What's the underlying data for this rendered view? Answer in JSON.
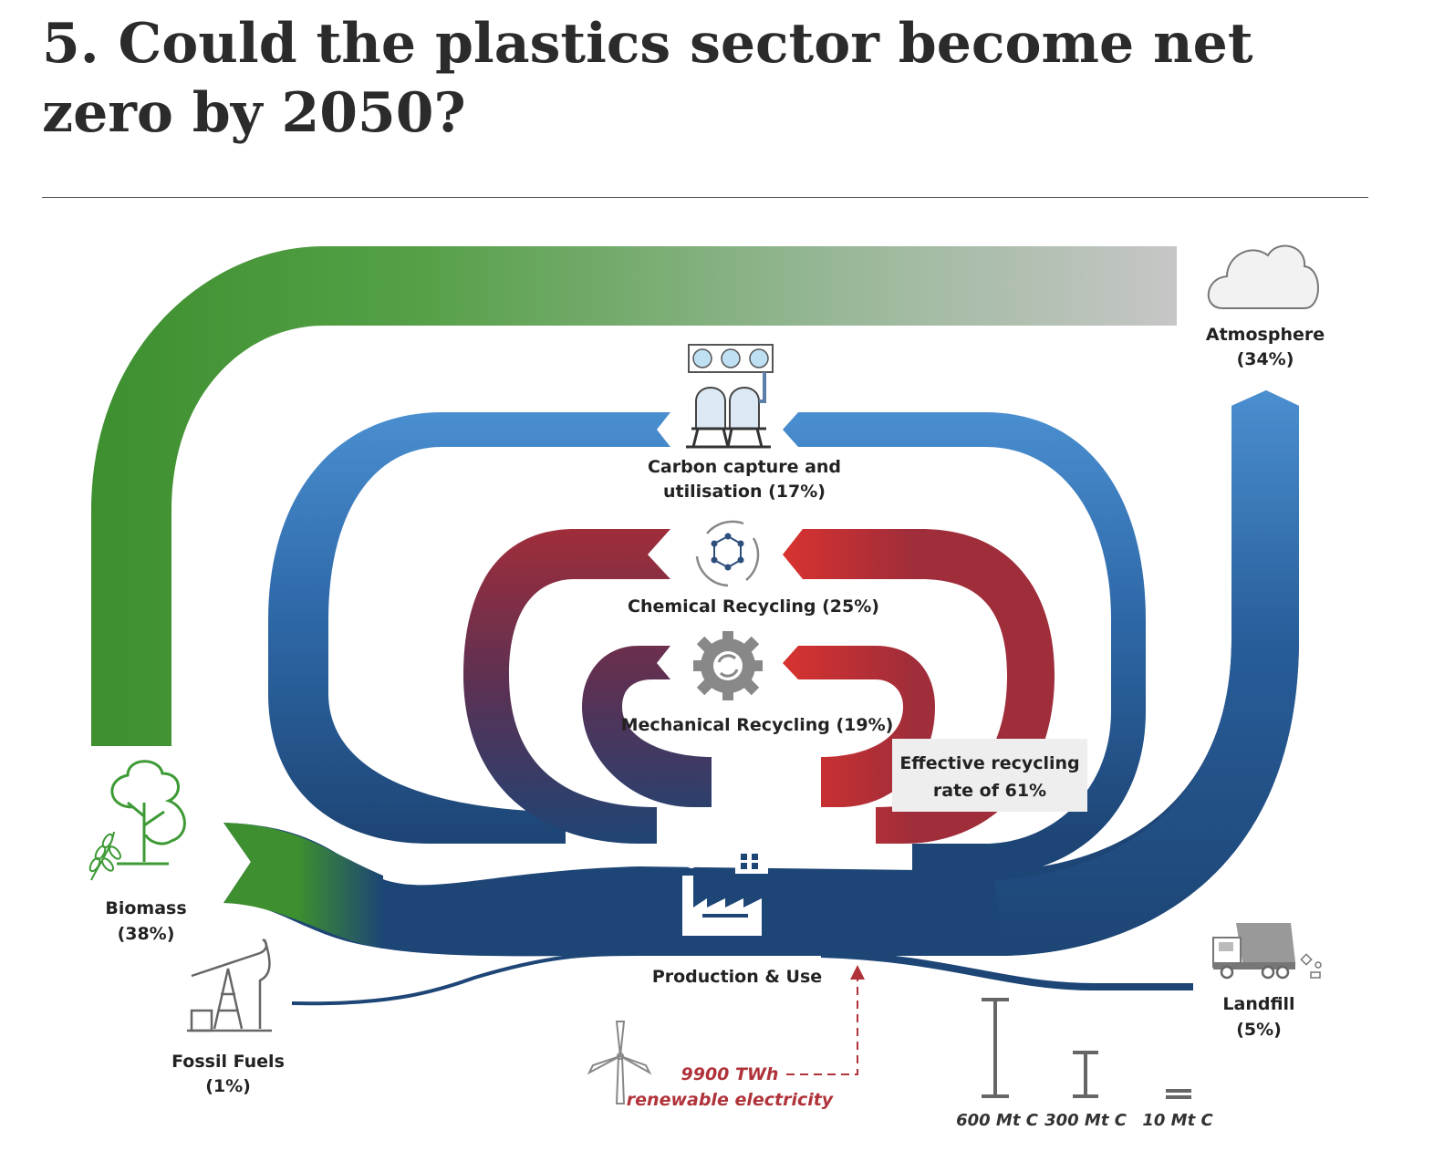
{
  "title": "5. Could the plastics sector become net zero by 2050?",
  "nodes": {
    "atmosphere": {
      "label": "Atmosphere",
      "share": "(34%)"
    },
    "carbon_capture": {
      "label_line1": "Carbon capture and",
      "label_line2": "utilisation (17%)"
    },
    "chemical_recycling": {
      "label": "Chemical Recycling (25%)"
    },
    "mechanical_recycling": {
      "label": "Mechanical Recycling (19%)"
    },
    "biomass": {
      "label": "Biomass",
      "share": "(38%)"
    },
    "fossil_fuels": {
      "label": "Fossil Fuels",
      "share": "(1%)"
    },
    "production": {
      "label": "Production & Use"
    },
    "landfill": {
      "label": "Landfill",
      "share": "(5%)"
    }
  },
  "callout": {
    "line1": "Effective recycling",
    "line2": "rate of 61%"
  },
  "energy": {
    "line1": "9900 TWh",
    "line2": "renewable electricity"
  },
  "scale": {
    "large": "600 Mt C",
    "medium": "300 Mt C",
    "small": "10 Mt C"
  },
  "colors": {
    "biomass": "#3d8f2f",
    "carbon_capture": "#4a8fd0",
    "recycling": "#c8302e",
    "production": "#1d4575",
    "atmosphere": "#c6c6c6",
    "energy": "#b0333a"
  },
  "icons": [
    "cloud-icon",
    "carbon-capture-plant-icon",
    "chemical-recycling-icon",
    "gear-icon",
    "tree-icon",
    "wheat-icon",
    "oil-pump-icon",
    "factory-icon",
    "house-icon",
    "dump-truck-icon",
    "wind-turbine-icon"
  ]
}
